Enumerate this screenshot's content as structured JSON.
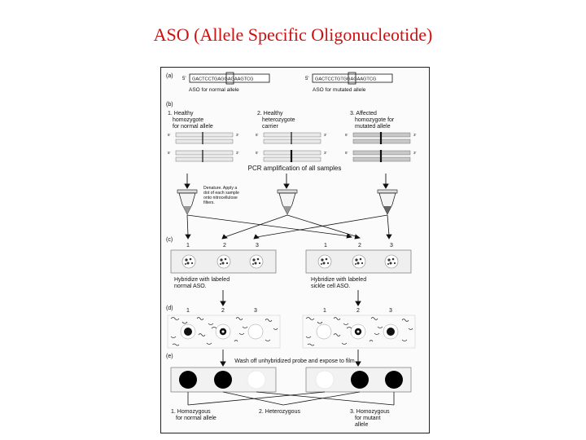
{
  "title": "ASO (Allele Specific Oligonucleotide)",
  "figure": {
    "panel_a": {
      "label": "(a)",
      "five_prime": "5'",
      "normal_seq": "GACTCCTGAGGAGAAGTCG",
      "mutant_seq": "GACTCCTGTGGAGAAGTCG",
      "normal_caption": "ASO for normal allele",
      "mutant_caption": "ASO for mutated allele"
    },
    "panel_b": {
      "label": "(b)",
      "groups": [
        {
          "l1": "1. Healthy",
          "l2": "homozygote",
          "l3": "for normal allele"
        },
        {
          "l1": "2. Healthy",
          "l2": "heterozygote",
          "l3": "carrier"
        },
        {
          "l1": "3. Affected",
          "l2": "homozygote for",
          "l3": "mutated allele"
        }
      ],
      "end_a": "5'",
      "end_b": "3'",
      "pcr_caption": "PCR amplification of all samples"
    },
    "denature_note": [
      "Denature. Apply a",
      "dot of each sample",
      "onto nitrocellulose",
      "filters."
    ],
    "panel_c": {
      "label": "(c)",
      "numbers": [
        "1",
        "2",
        "3"
      ],
      "left_caption": [
        "Hybridize with labeled",
        "normal ASO."
      ],
      "right_caption": [
        "Hybridize with labeled",
        "sickle cell ASO."
      ]
    },
    "panel_d": {
      "label": "(d)",
      "numbers": [
        "1",
        "2",
        "3"
      ]
    },
    "panel_e": {
      "label": "(e)",
      "wash_caption": "Wash off unhybridized probe and expose to film",
      "results": [
        {
          "l1": "1. Homozygous",
          "l2": "for normal allele",
          "l3": ""
        },
        {
          "l1": "2. Heterozygous",
          "l2": "",
          "l3": ""
        },
        {
          "l1": "3. Homozygous",
          "l2": "for mutant",
          "l3": "allele"
        }
      ]
    }
  }
}
